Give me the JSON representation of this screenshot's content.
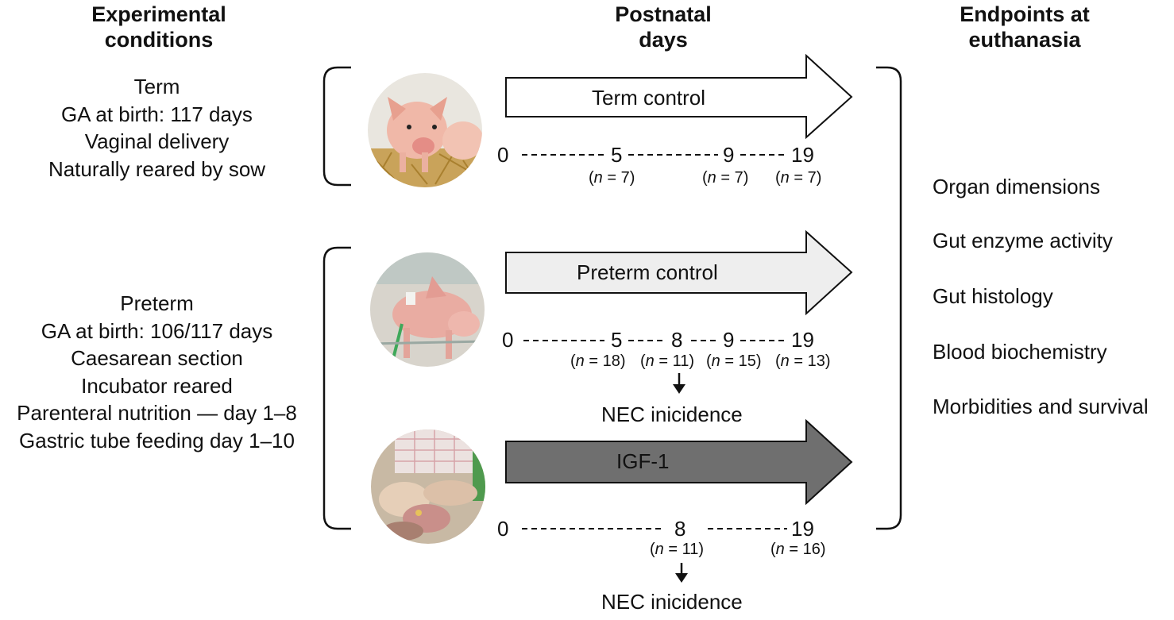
{
  "headers": {
    "conditions": [
      "Experimental",
      "conditions"
    ],
    "days": [
      "Postnatal",
      "days"
    ],
    "endpoints": [
      "Endpoints at",
      "euthanasia"
    ]
  },
  "term": {
    "lines": [
      "Term",
      "GA at birth: 117 days",
      "Vaginal delivery",
      "Naturally reared by sow"
    ],
    "arrow_label": "Term control",
    "timeline": [
      "0",
      "5",
      "9",
      "19"
    ],
    "n": [
      "(n = 7)",
      "(n = 7)",
      "(n = 7)"
    ]
  },
  "preterm": {
    "lines": [
      "Preterm",
      "GA at birth: 106/117 days",
      "Caesarean section",
      "Incubator reared",
      "Parenteral nutrition — day 1–8",
      "Gastric tube feeding day 1–10"
    ],
    "control": {
      "arrow_label": "Preterm control",
      "timeline": [
        "0",
        "5",
        "8",
        "9",
        "19"
      ],
      "n": [
        "(n = 18)",
        "(n = 11)",
        "(n = 15)",
        "(n = 13)"
      ],
      "nec": "NEC inicidence"
    },
    "igf": {
      "arrow_label": "IGF-1",
      "timeline": [
        "0",
        "8",
        "19"
      ],
      "n": [
        "(n = 11)",
        "(n = 16)"
      ],
      "nec": "NEC inicidence"
    }
  },
  "endpoints": [
    "Organ dimensions",
    "Gut enzyme activity",
    "Gut histology",
    "Blood biochemistry",
    "Morbidities and survival"
  ],
  "colors": {
    "term_arrow": "#ffffff",
    "preterm_arrow": "#eeeeee",
    "igf_arrow": "#6f6f6f",
    "outline": "#111111"
  },
  "icons": [
    "term-piglet-photo",
    "preterm-piglet-photo",
    "igf-treatment-photo",
    "down-arrow-icon"
  ]
}
